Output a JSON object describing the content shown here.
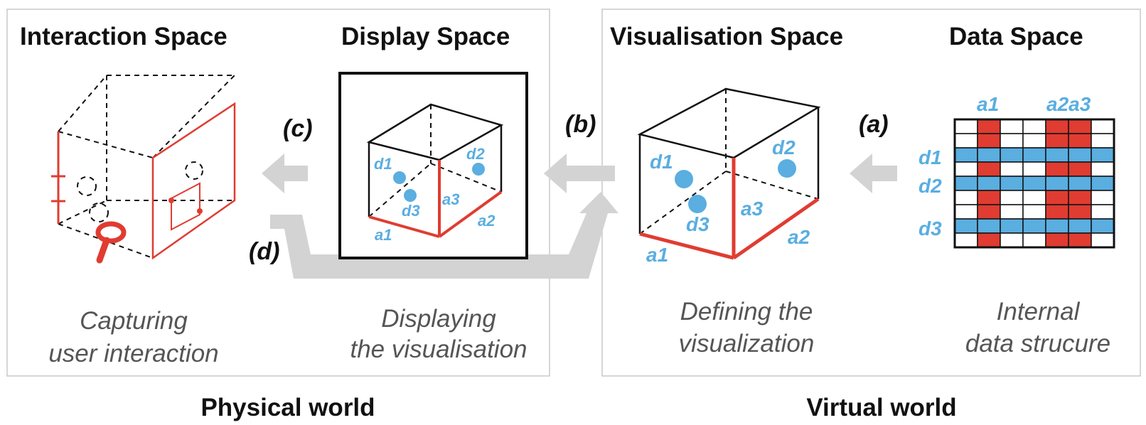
{
  "panels": {
    "physical": {
      "interaction_title": "Interaction Space",
      "display_title": "Display Space",
      "interaction_desc_1": "Capturing",
      "interaction_desc_2": "user interaction",
      "display_desc_1": "Displaying",
      "display_desc_2": "the visualisation"
    },
    "virtual": {
      "visualisation_title": "Visualisation Space",
      "data_title": "Data Space",
      "visualisation_desc_1": "Defining the",
      "visualisation_desc_2": "visualization",
      "data_desc_1": "Internal",
      "data_desc_2": "data strucure"
    }
  },
  "arrows": {
    "a": "(a)",
    "b": "(b)",
    "c": "(c)",
    "d": "(d)"
  },
  "display_cube": {
    "d1": "d1",
    "d2": "d2",
    "d3": "d3",
    "a1": "a1",
    "a2": "a2",
    "a3": "a3"
  },
  "vis_cube": {
    "d1": "d1",
    "d2": "d2",
    "d3": "d3",
    "a1": "a1",
    "a2": "a2",
    "a3": "a3"
  },
  "data_table": {
    "col_labels": [
      "a1",
      "a2a3"
    ],
    "row_labels": [
      "d1",
      "d2",
      "d3"
    ],
    "rows": 9,
    "cols": 7,
    "red_columns": [
      1,
      4,
      5
    ],
    "blue_rows": [
      2,
      4,
      7
    ]
  },
  "worlds": {
    "physical": "Physical world",
    "virtual": "Virtual world"
  },
  "colors": {
    "red": "#e03c31",
    "blue": "#5aaee0",
    "grey_arrow": "#d3d3d3",
    "frame": "#c8c8c8"
  }
}
